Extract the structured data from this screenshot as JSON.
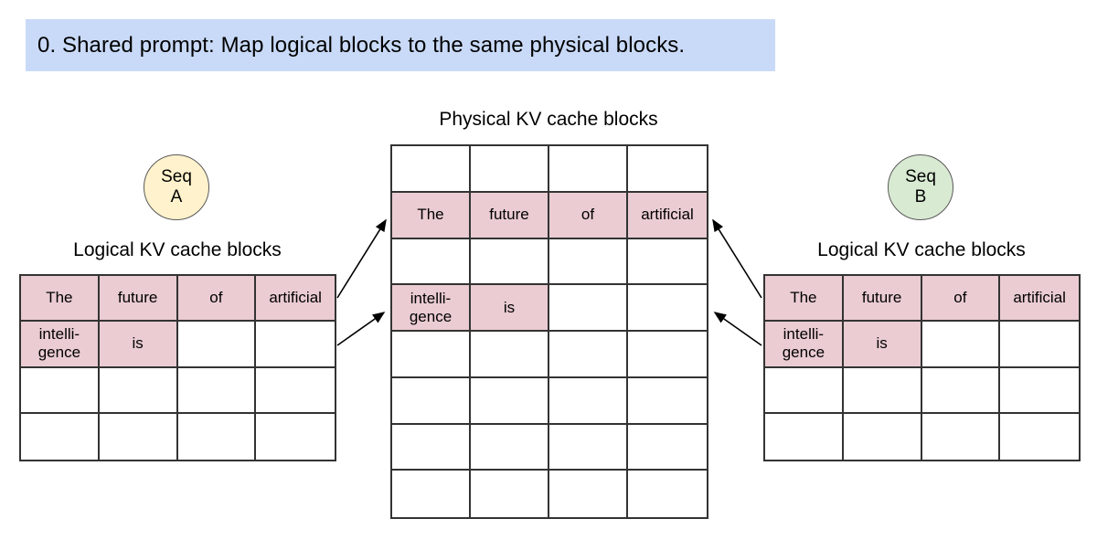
{
  "colors": {
    "banner_bg": "#c9daf8",
    "highlight": "#eaccd2",
    "seq_a_bg": "#fff2cc",
    "seq_b_bg": "#d9ead3",
    "table_border": "#333333"
  },
  "banner": {
    "text": "0. Shared prompt: Map logical blocks to the same physical blocks."
  },
  "physical": {
    "title": "Physical KV cache blocks",
    "table": {
      "rows": 8,
      "cols": 4,
      "filled_rows": [
        {
          "row_index": 1,
          "cells": [
            "The",
            "future",
            "of",
            "artificial"
          ],
          "highlighted_cols": [
            0,
            1,
            2,
            3
          ]
        },
        {
          "row_index": 3,
          "cells": [
            "intelli-\ngence",
            "is",
            "",
            ""
          ],
          "highlighted_cols": [
            0,
            1
          ]
        }
      ]
    }
  },
  "sequence_a": {
    "badge": "Seq\nA",
    "table_title": "Logical KV cache blocks",
    "table": {
      "rows": 4,
      "cols": 4,
      "filled_rows": [
        {
          "row_index": 0,
          "cells": [
            "The",
            "future",
            "of",
            "artificial"
          ],
          "highlighted_cols": [
            0,
            1,
            2,
            3
          ]
        },
        {
          "row_index": 1,
          "cells": [
            "intelli-\ngence",
            "is",
            "",
            ""
          ],
          "highlighted_cols": [
            0,
            1
          ]
        }
      ]
    }
  },
  "sequence_b": {
    "badge": "Seq\nB",
    "table_title": "Logical KV cache blocks",
    "table": {
      "rows": 4,
      "cols": 4,
      "filled_rows": [
        {
          "row_index": 0,
          "cells": [
            "The",
            "future",
            "of",
            "artificial"
          ],
          "highlighted_cols": [
            0,
            1,
            2,
            3
          ]
        },
        {
          "row_index": 1,
          "cells": [
            "intelli-\ngence",
            "is",
            "",
            ""
          ],
          "highlighted_cols": [
            0,
            1
          ]
        }
      ]
    }
  },
  "arrows": [
    {
      "from": "seq_a_logical_block_0",
      "to": "physical_block_1"
    },
    {
      "from": "seq_a_logical_block_1",
      "to": "physical_block_3"
    },
    {
      "from": "seq_b_logical_block_0",
      "to": "physical_block_1"
    },
    {
      "from": "seq_b_logical_block_1",
      "to": "physical_block_3"
    }
  ]
}
